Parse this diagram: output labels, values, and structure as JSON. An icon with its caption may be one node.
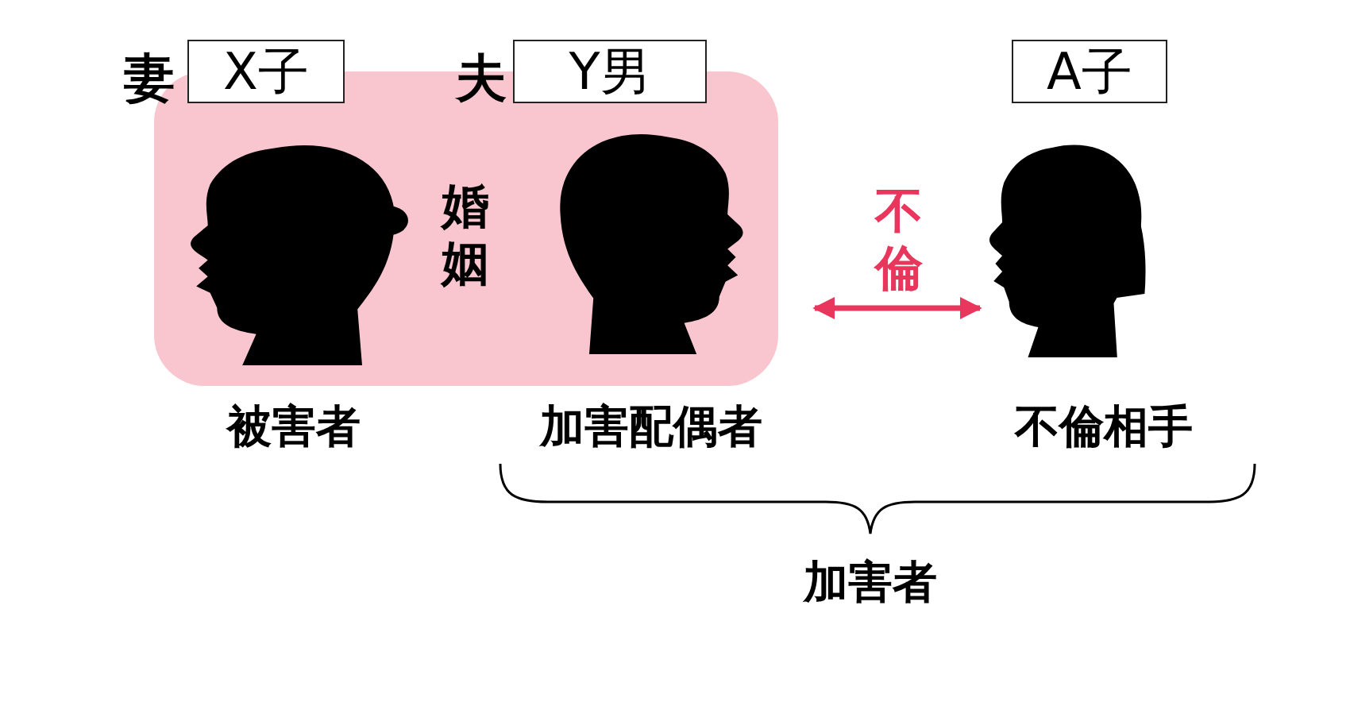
{
  "diagram": {
    "nodes": [
      {
        "text": [
          "婚姻"
        ]
      },
      {
        "text": [
          "X子"
        ],
        "beside": [
          "妻"
        ]
      },
      {
        "text": [
          "Y男"
        ],
        "beside": [
          "夫"
        ]
      },
      {
        "text": [
          "A子"
        ]
      },
      {
        "text": [],
        "shape": "person",
        "in": 0,
        "beside": [
          "被害者"
        ]
      },
      {
        "text": [],
        "shape": "person",
        "in": 0,
        "beside": [
          "加害配偶者"
        ]
      },
      {
        "text": [],
        "shape": "person",
        "beside": [
          "不倫相手"
        ]
      }
    ],
    "edges": [
      {
        "from": 5,
        "to": 6,
        "arrow": "both",
        "label": "不倫",
        "color": "#e8365d"
      }
    ],
    "labels": [
      "加害者"
    ]
  }
}
